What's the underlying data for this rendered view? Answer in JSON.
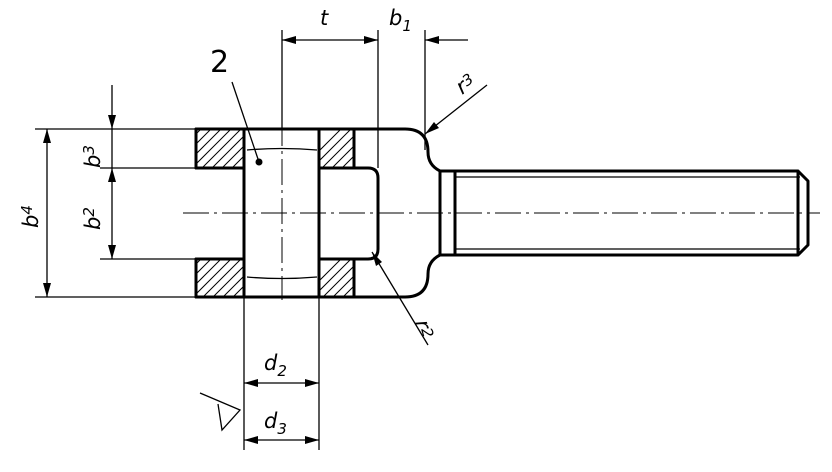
{
  "drawing": {
    "part_number": "2",
    "dimensions": {
      "t": {
        "base": "t",
        "sub": ""
      },
      "b1": {
        "base": "b",
        "sub": "1"
      },
      "r3": {
        "base": "r",
        "sub": "3"
      },
      "r2": {
        "base": "r",
        "sub": "2"
      },
      "b3": {
        "base": "b",
        "sub": "3"
      },
      "b2": {
        "base": "b",
        "sub": "2"
      },
      "b4": {
        "base": "b",
        "sub": "4"
      },
      "d2": {
        "base": "d",
        "sub": "2"
      },
      "d3": {
        "base": "d",
        "sub": "3"
      }
    },
    "symbols": [
      "surface-finish-symbol"
    ]
  }
}
